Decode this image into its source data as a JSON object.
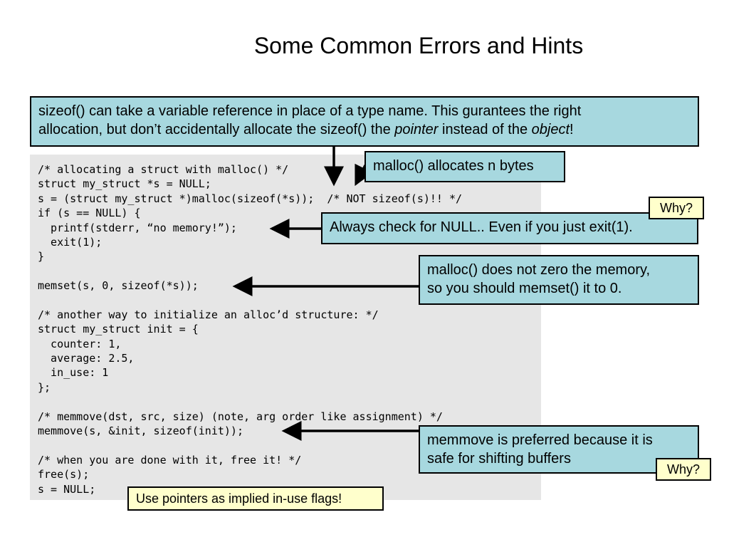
{
  "title": "Some Common Errors and Hints",
  "code_lines": [
    "/* allocating a struct with malloc() */",
    "struct my_struct *s = NULL;",
    "s = (struct my_struct *)malloc(sizeof(*s));  /* NOT sizeof(s)!! */",
    "if (s == NULL) {",
    "  printf(stderr, “no memory!”);",
    "  exit(1);",
    "}",
    "",
    "memset(s, 0, sizeof(*s));",
    "",
    "/* another way to initialize an alloc’d structure: */",
    "struct my_struct init = {",
    "  counter: 1,",
    "  average: 2.5,",
    "  in_use: 1",
    "};",
    "",
    "/* memmove(dst, src, size) (note, arg order like assignment) */",
    "memmove(s, &init, sizeof(init));",
    "",
    "/* when you are done with it, free it! */",
    "free(s);",
    "s = NULL;"
  ],
  "callouts": {
    "sizeof": {
      "line1": "sizeof() can take a variable reference in place of a type name.  This gurantees the right",
      "line2_before": "allocation, but don’t accidentally allocate the sizeof() the ",
      "line2_em1": "pointer",
      "line2_mid": " instead of the ",
      "line2_em2": "object",
      "line2_after": "!"
    },
    "malloc_bytes": "malloc() allocates n bytes",
    "check_null": "Always check for NULL.. Even if you just exit(1).",
    "no_zero_line1": "malloc() does not zero the memory,",
    "no_zero_line2": "so you should memset() it to 0.",
    "memmove_line1": "memmove is preferred because it is",
    "memmove_line2": "safe for shifting buffers"
  },
  "notes": {
    "why1": "Why?",
    "why2": "Why?",
    "pointers": "Use pointers as implied in-use flags!"
  }
}
